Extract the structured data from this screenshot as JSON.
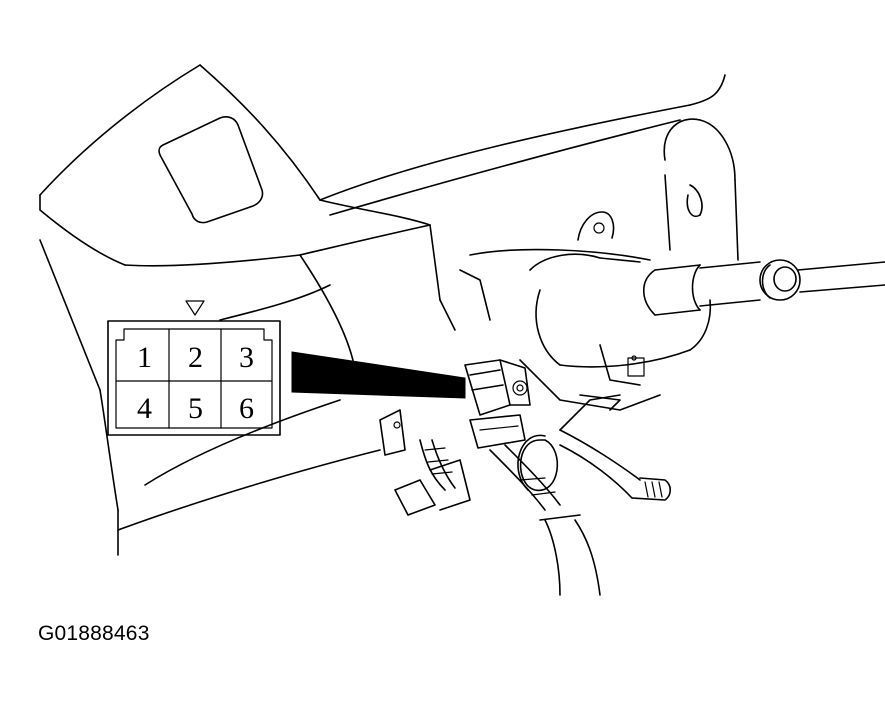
{
  "figure_id": "G01888463",
  "connector": {
    "pins": [
      "1",
      "2",
      "3",
      "4",
      "5",
      "6"
    ]
  }
}
